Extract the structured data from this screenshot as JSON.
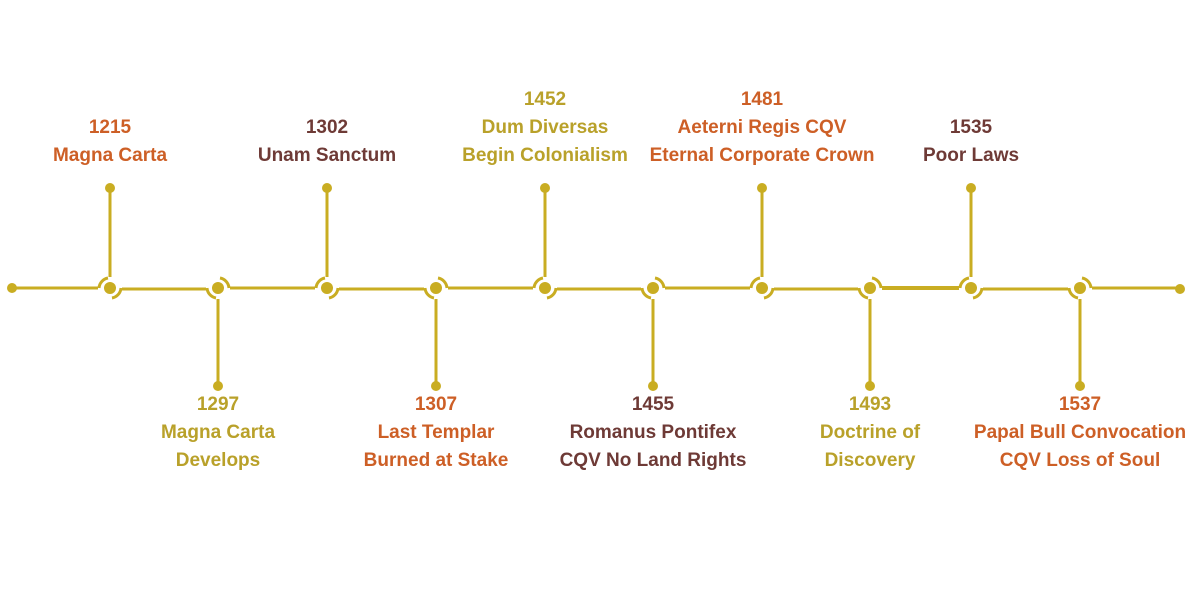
{
  "colors": {
    "line": "#c9ad22",
    "orange": "#cd5f26",
    "brown": "#6e3a36",
    "gold": "#b9a12a"
  },
  "events": [
    {
      "year": "1215",
      "lines": [
        "Magna Carta"
      ],
      "side": "top",
      "color": "orange"
    },
    {
      "year": "1297",
      "lines": [
        "Magna Carta",
        "Develops"
      ],
      "side": "bottom",
      "color": "gold"
    },
    {
      "year": "1302",
      "lines": [
        "Unam Sanctum"
      ],
      "side": "top",
      "color": "brown"
    },
    {
      "year": "1307",
      "lines": [
        "Last Templar",
        "Burned at Stake"
      ],
      "side": "bottom",
      "color": "orange"
    },
    {
      "year": "1452",
      "lines": [
        "Dum Diversas",
        "Begin Colonialism"
      ],
      "side": "top",
      "color": "gold"
    },
    {
      "year": "1455",
      "lines": [
        "Romanus Pontifex",
        "CQV No Land Rights"
      ],
      "side": "bottom",
      "color": "brown"
    },
    {
      "year": "1481",
      "lines": [
        "Aeterni Regis CQV",
        "Eternal Corporate Crown"
      ],
      "side": "top",
      "color": "orange"
    },
    {
      "year": "1493",
      "lines": [
        "Doctrine of",
        "Discovery"
      ],
      "side": "bottom",
      "color": "gold"
    },
    {
      "year": "1535",
      "lines": [
        "Poor Laws"
      ],
      "side": "top",
      "color": "brown"
    },
    {
      "year": "1537",
      "lines": [
        "Papal Bull Convocation",
        "CQV Loss of Soul"
      ],
      "side": "bottom",
      "color": "orange"
    }
  ]
}
